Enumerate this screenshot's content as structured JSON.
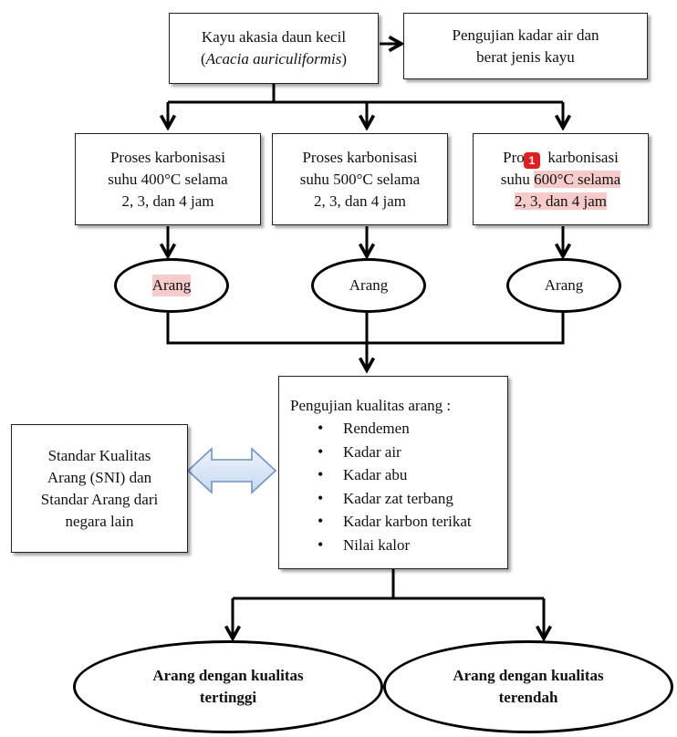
{
  "start_box": {
    "line1": "Kayu akasia daun kecil",
    "line2_open": "(",
    "line2_species": "Acacia auriculiformis",
    "line2_close": ")"
  },
  "test_box": {
    "line1": "Pengujian kadar air dan",
    "line2": "berat jenis kayu"
  },
  "processes": [
    {
      "line1": "Proses karbonisasi",
      "line2": "suhu 400°C selama",
      "line3": "2, 3, dan 4 jam"
    },
    {
      "line1": "Proses karbonisasi",
      "line2": "suhu 500°C selama",
      "line3": "2, 3, dan 4 jam"
    },
    {
      "line1_a": "Pros",
      "line1_b": "karbonisasi",
      "line2_a": "suhu ",
      "line2_b": "600°C selama",
      "line3": "2, 3, dan 4 jam"
    }
  ],
  "marker_label": "1",
  "charcoal": [
    "Arang",
    "Arang",
    "Arang"
  ],
  "quality_test": {
    "title": "Pengujian kualitas arang :",
    "items": [
      "Rendemen",
      "Kadar air",
      "Kadar abu",
      "Kadar zat terbang",
      "Kadar karbon terikat",
      "Nilai kalor"
    ]
  },
  "standard_box": {
    "line1": "Standar Kualitas",
    "line2": "Arang (SNI) dan",
    "line3": "Standar Arang dari",
    "line4": "negara lain"
  },
  "outcomes": [
    {
      "line1": "Arang dengan kualitas",
      "line2": "tertinggi"
    },
    {
      "line1": "Arang dengan kualitas",
      "line2": "terendah"
    }
  ],
  "colors": {
    "highlight": "#f08c8c",
    "marker": "#e02020",
    "double_arrow_fill": "#dbe7f6",
    "double_arrow_stroke": "#6f93c6"
  }
}
